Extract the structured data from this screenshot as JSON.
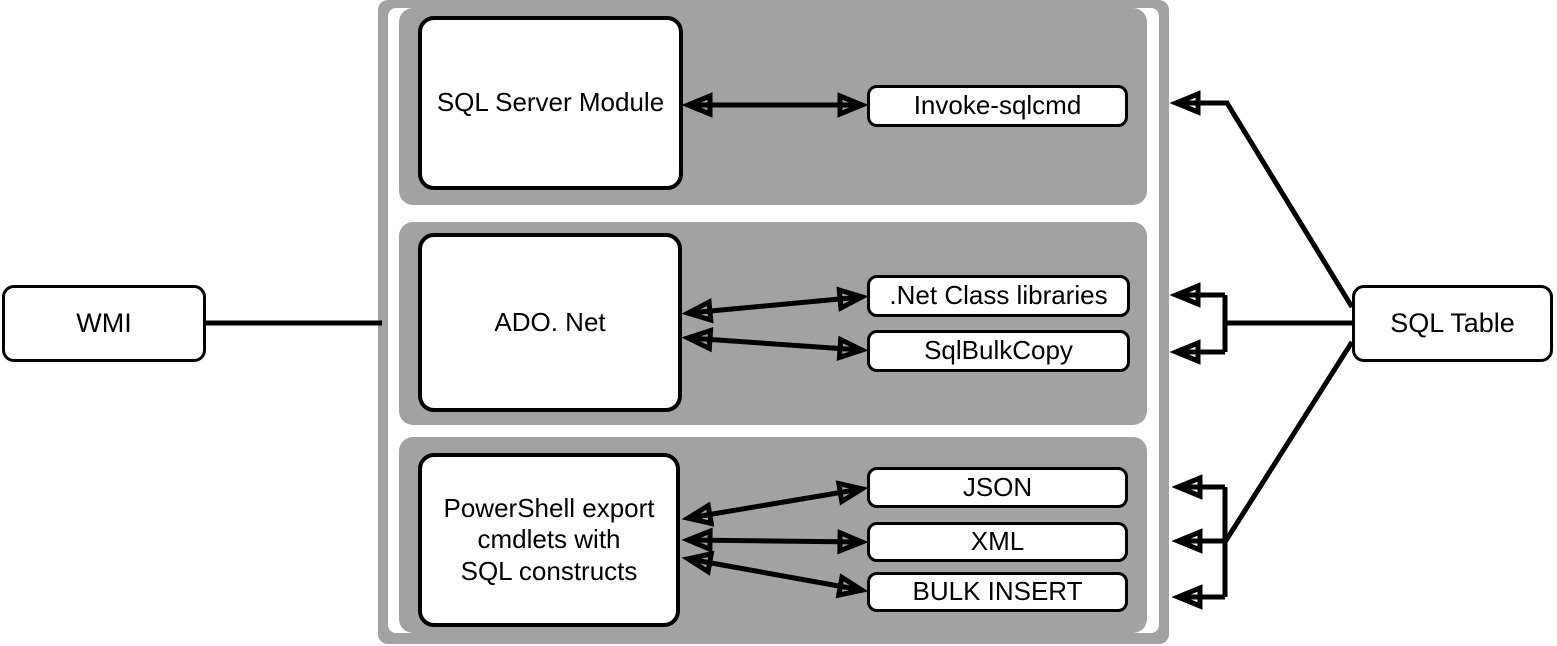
{
  "colors": {
    "container_gray": "#a2a2a2",
    "box_fill": "#ffffff",
    "line_black": "#000000"
  },
  "wmi": {
    "label": "WMI"
  },
  "sql_table": {
    "label": "SQL Table"
  },
  "sections": [
    {
      "id": "sql-server-module",
      "source": {
        "label": "SQL Server Module"
      },
      "targets": [
        {
          "label": "Invoke-sqlcmd"
        }
      ]
    },
    {
      "id": "ado-net",
      "source": {
        "label": "ADO. Net"
      },
      "targets": [
        {
          "label": ".Net Class libraries"
        },
        {
          "label": "SqlBulkCopy"
        }
      ]
    },
    {
      "id": "powershell-export",
      "source": {
        "label_lines": [
          "PowerShell export",
          "cmdlets with",
          "SQL constructs"
        ]
      },
      "targets": [
        {
          "label": "JSON"
        },
        {
          "label": "XML"
        },
        {
          "label": "BULK INSERT"
        }
      ]
    }
  ]
}
